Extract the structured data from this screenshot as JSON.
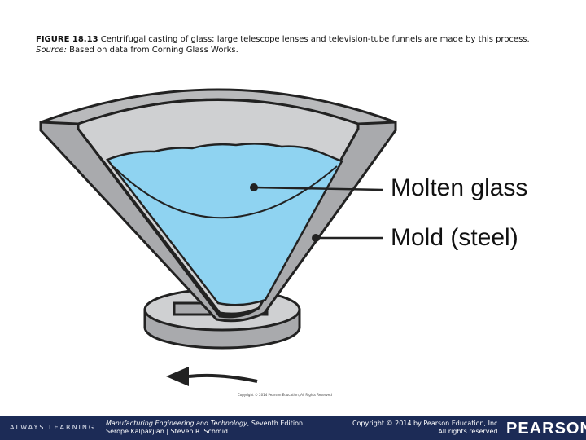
{
  "caption": {
    "lead": "FIGURE 18.13",
    "text1": " Centrifugal casting of glass; large telescope lenses and television-tube funnels are made by this process. ",
    "source_label": "Source:",
    "text2": " Based on data from Corning Glass Works."
  },
  "labels": {
    "molten_glass": "Molten glass",
    "mold": "Mold (steel)"
  },
  "credit": "Copyright © 2014 Pearson Education, All Rights Reserved",
  "footer": {
    "brand": "ALWAYS LEARNING",
    "book_title": "Manufacturing Engineering and Technology",
    "edition": ", Seventh Edition",
    "authors": "Serope Kalpakjian | Steven R. Schmid",
    "copyright_line1": "Copyright © 2014 by Pearson Education, Inc.",
    "copyright_line2": "All rights reserved.",
    "logo": "PEARSON"
  },
  "colors": {
    "steel_outer": "#a9aaad",
    "steel_inner": "#cfd0d2",
    "glass": "#8fd3f1",
    "footer_bg": "#1c2b56"
  }
}
